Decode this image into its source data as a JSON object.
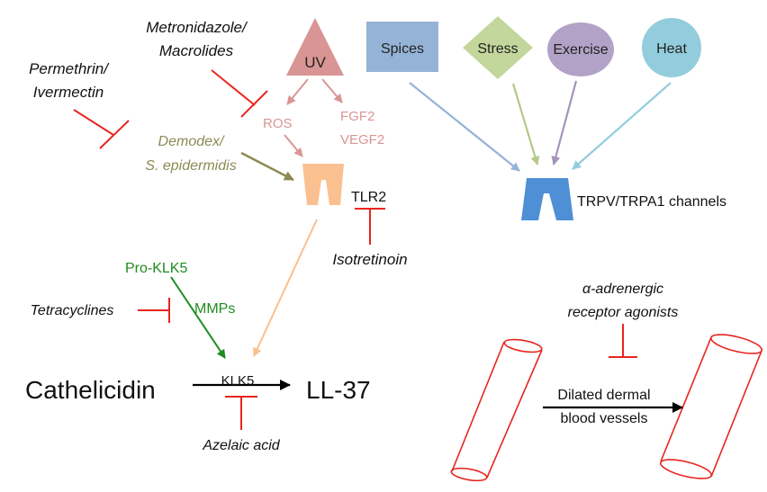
{
  "triggers": {
    "uv": "UV",
    "spices": "Spices",
    "stress": "Stress",
    "exercise": "Exercise",
    "heat": "Heat"
  },
  "mediators": {
    "ros": "ROS",
    "fgf2": "FGF2",
    "vegf2": "VEGF2",
    "demodex_line1": "Demodex/",
    "demodex_line2": "S. epidermidis"
  },
  "receptors": {
    "tlr2": "TLR2",
    "trpv": "TRPV/TRPA1 channels"
  },
  "drugs": {
    "metronidazole_line1": "Metronidazole/",
    "metronidazole_line2": "Macrolides",
    "permethrin_line1": "Permethrin/",
    "permethrin_line2": "Ivermectin",
    "isotretinoin": "Isotretinoin",
    "tetracyclines": "Tetracyclines",
    "azelaic": "Azelaic acid",
    "alpha_line1": "α-adrenergic",
    "alpha_line2": "receptor agonists"
  },
  "cathelicidin_pathway": {
    "pro_klk5": "Pro-KLK5",
    "mmps": "MMPs",
    "cathelicidin": "Cathelicidin",
    "klk5": "KLK5",
    "ll37": "LL-37"
  },
  "vessels": {
    "line1": "Dilated dermal",
    "line2": "blood vessels"
  },
  "colors": {
    "uv_fill": "#d99594",
    "spices_fill": "#95b3d7",
    "stress_fill": "#c3d69b",
    "exercise_fill": "#b3a2c7",
    "heat_fill": "#93cddd",
    "ros_text": "#d99594",
    "demodex_text": "#8c8a53",
    "tlr2_fill": "#fac090",
    "trpv_fill": "#4f8fd6",
    "inhibitor": "#e8251f",
    "klk5_path": "#1e8c1e"
  }
}
